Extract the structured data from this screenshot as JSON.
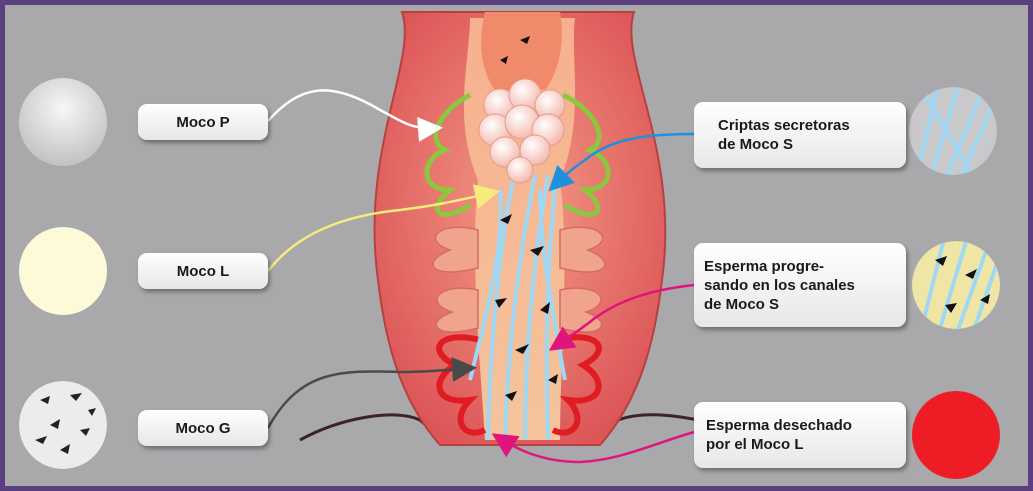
{
  "labels": {
    "moco_p": "Moco P",
    "moco_l": "Moco L",
    "moco_g": "Moco G",
    "criptas": "Criptas secretoras\nde Moco S",
    "progresando": "Esperma progre-\nsando en los canales\nde Moco S",
    "desechado": "Esperma desechado\npor el Moco L"
  },
  "colors": {
    "frame_border": "#5b3f80",
    "background": "#a9a9ac",
    "moco_p_arrow": "#ffffff",
    "moco_l_arrow": "#f4ec7c",
    "moco_g_arrow": "#4a4a4a",
    "moco_s_arrow": "#1f8fe0",
    "sperm_arrow": "#e0147d",
    "moco_l_swatch": "#fdfad8",
    "discarded_swatch": "#ee1c25",
    "moco_s_fiber": "#9fd8f4",
    "tissue_outer": "#e8686a",
    "tissue_inner": "#f2a08a"
  }
}
